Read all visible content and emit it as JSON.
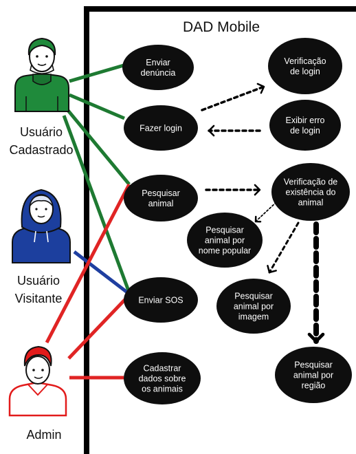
{
  "diagram": {
    "system_title": "DAD Mobile",
    "colors": {
      "line_green": "#1e7a32",
      "line_red": "#e02424",
      "line_blue": "#1f3fa0",
      "node_fill": "#0e0e0e",
      "node_text": "#ffffff",
      "border": "#000000"
    },
    "actors": [
      {
        "id": "cadastrado",
        "label_lines": [
          "Usuário",
          "Cadastrado"
        ],
        "icon": "green-user-icon",
        "color": "#1f8a3b"
      },
      {
        "id": "visitante",
        "label_lines": [
          "Usuário",
          "Visitante"
        ],
        "icon": "blue-hoodie-user-icon",
        "color": "#1c3f9e"
      },
      {
        "id": "admin",
        "label_lines": [
          "Admin"
        ],
        "icon": "red-admin-user-icon",
        "color": "#e21b1b"
      }
    ],
    "use_cases": [
      {
        "id": "enviar_denuncia",
        "lines": [
          "Enviar",
          "denúncia"
        ]
      },
      {
        "id": "fazer_login",
        "lines": [
          "Fazer login"
        ]
      },
      {
        "id": "pesquisar_animal",
        "lines": [
          "Pesquisar",
          "animal"
        ]
      },
      {
        "id": "enviar_sos",
        "lines": [
          "Enviar SOS"
        ]
      },
      {
        "id": "cadastrar_dados",
        "lines": [
          "Cadastrar",
          "dados sobre",
          "os animais"
        ]
      },
      {
        "id": "verificacao_login",
        "lines": [
          "Verificação",
          "de login"
        ]
      },
      {
        "id": "exibir_erro",
        "lines": [
          "Exibir erro",
          "de login"
        ]
      },
      {
        "id": "verificacao_existencia",
        "lines": [
          "Verificação de",
          "existência do",
          "animal"
        ]
      },
      {
        "id": "pesquisar_nome",
        "lines": [
          "Pesquisar",
          "animal por",
          "nome popular"
        ]
      },
      {
        "id": "pesquisar_imagem",
        "lines": [
          "Pesquisar",
          "animal por",
          "imagem"
        ]
      },
      {
        "id": "pesquisar_regiao",
        "lines": [
          "Pesquisar",
          "animal por",
          "região"
        ]
      }
    ],
    "associations": [
      {
        "actor": "cadastrado",
        "use_case": "enviar_denuncia",
        "color": "green"
      },
      {
        "actor": "cadastrado",
        "use_case": "fazer_login",
        "color": "green"
      },
      {
        "actor": "cadastrado",
        "use_case": "pesquisar_animal",
        "color": "green"
      },
      {
        "actor": "cadastrado",
        "use_case": "enviar_sos",
        "color": "green"
      },
      {
        "actor": "visitante",
        "use_case": "enviar_sos",
        "color": "blue"
      },
      {
        "actor": "admin",
        "use_case": "pesquisar_animal",
        "color": "red"
      },
      {
        "actor": "admin",
        "use_case": "enviar_sos",
        "color": "red"
      },
      {
        "actor": "admin",
        "use_case": "cadastrar_dados",
        "color": "red"
      }
    ],
    "relations": [
      {
        "from": "fazer_login",
        "to": "verificacao_login",
        "style": "dotted-arrow"
      },
      {
        "from": "exibir_erro",
        "to": "fazer_login",
        "style": "dotted-arrow"
      },
      {
        "from": "pesquisar_animal",
        "to": "verificacao_existencia",
        "style": "dotted-arrow"
      },
      {
        "from": "verificacao_existencia",
        "to": "pesquisar_nome",
        "style": "fine-dotted-arrow"
      },
      {
        "from": "verificacao_existencia",
        "to": "pesquisar_imagem",
        "style": "dotted-arrow"
      },
      {
        "from": "verificacao_existencia",
        "to": "pesquisar_regiao",
        "style": "heavy-dotted-arrow"
      }
    ]
  }
}
